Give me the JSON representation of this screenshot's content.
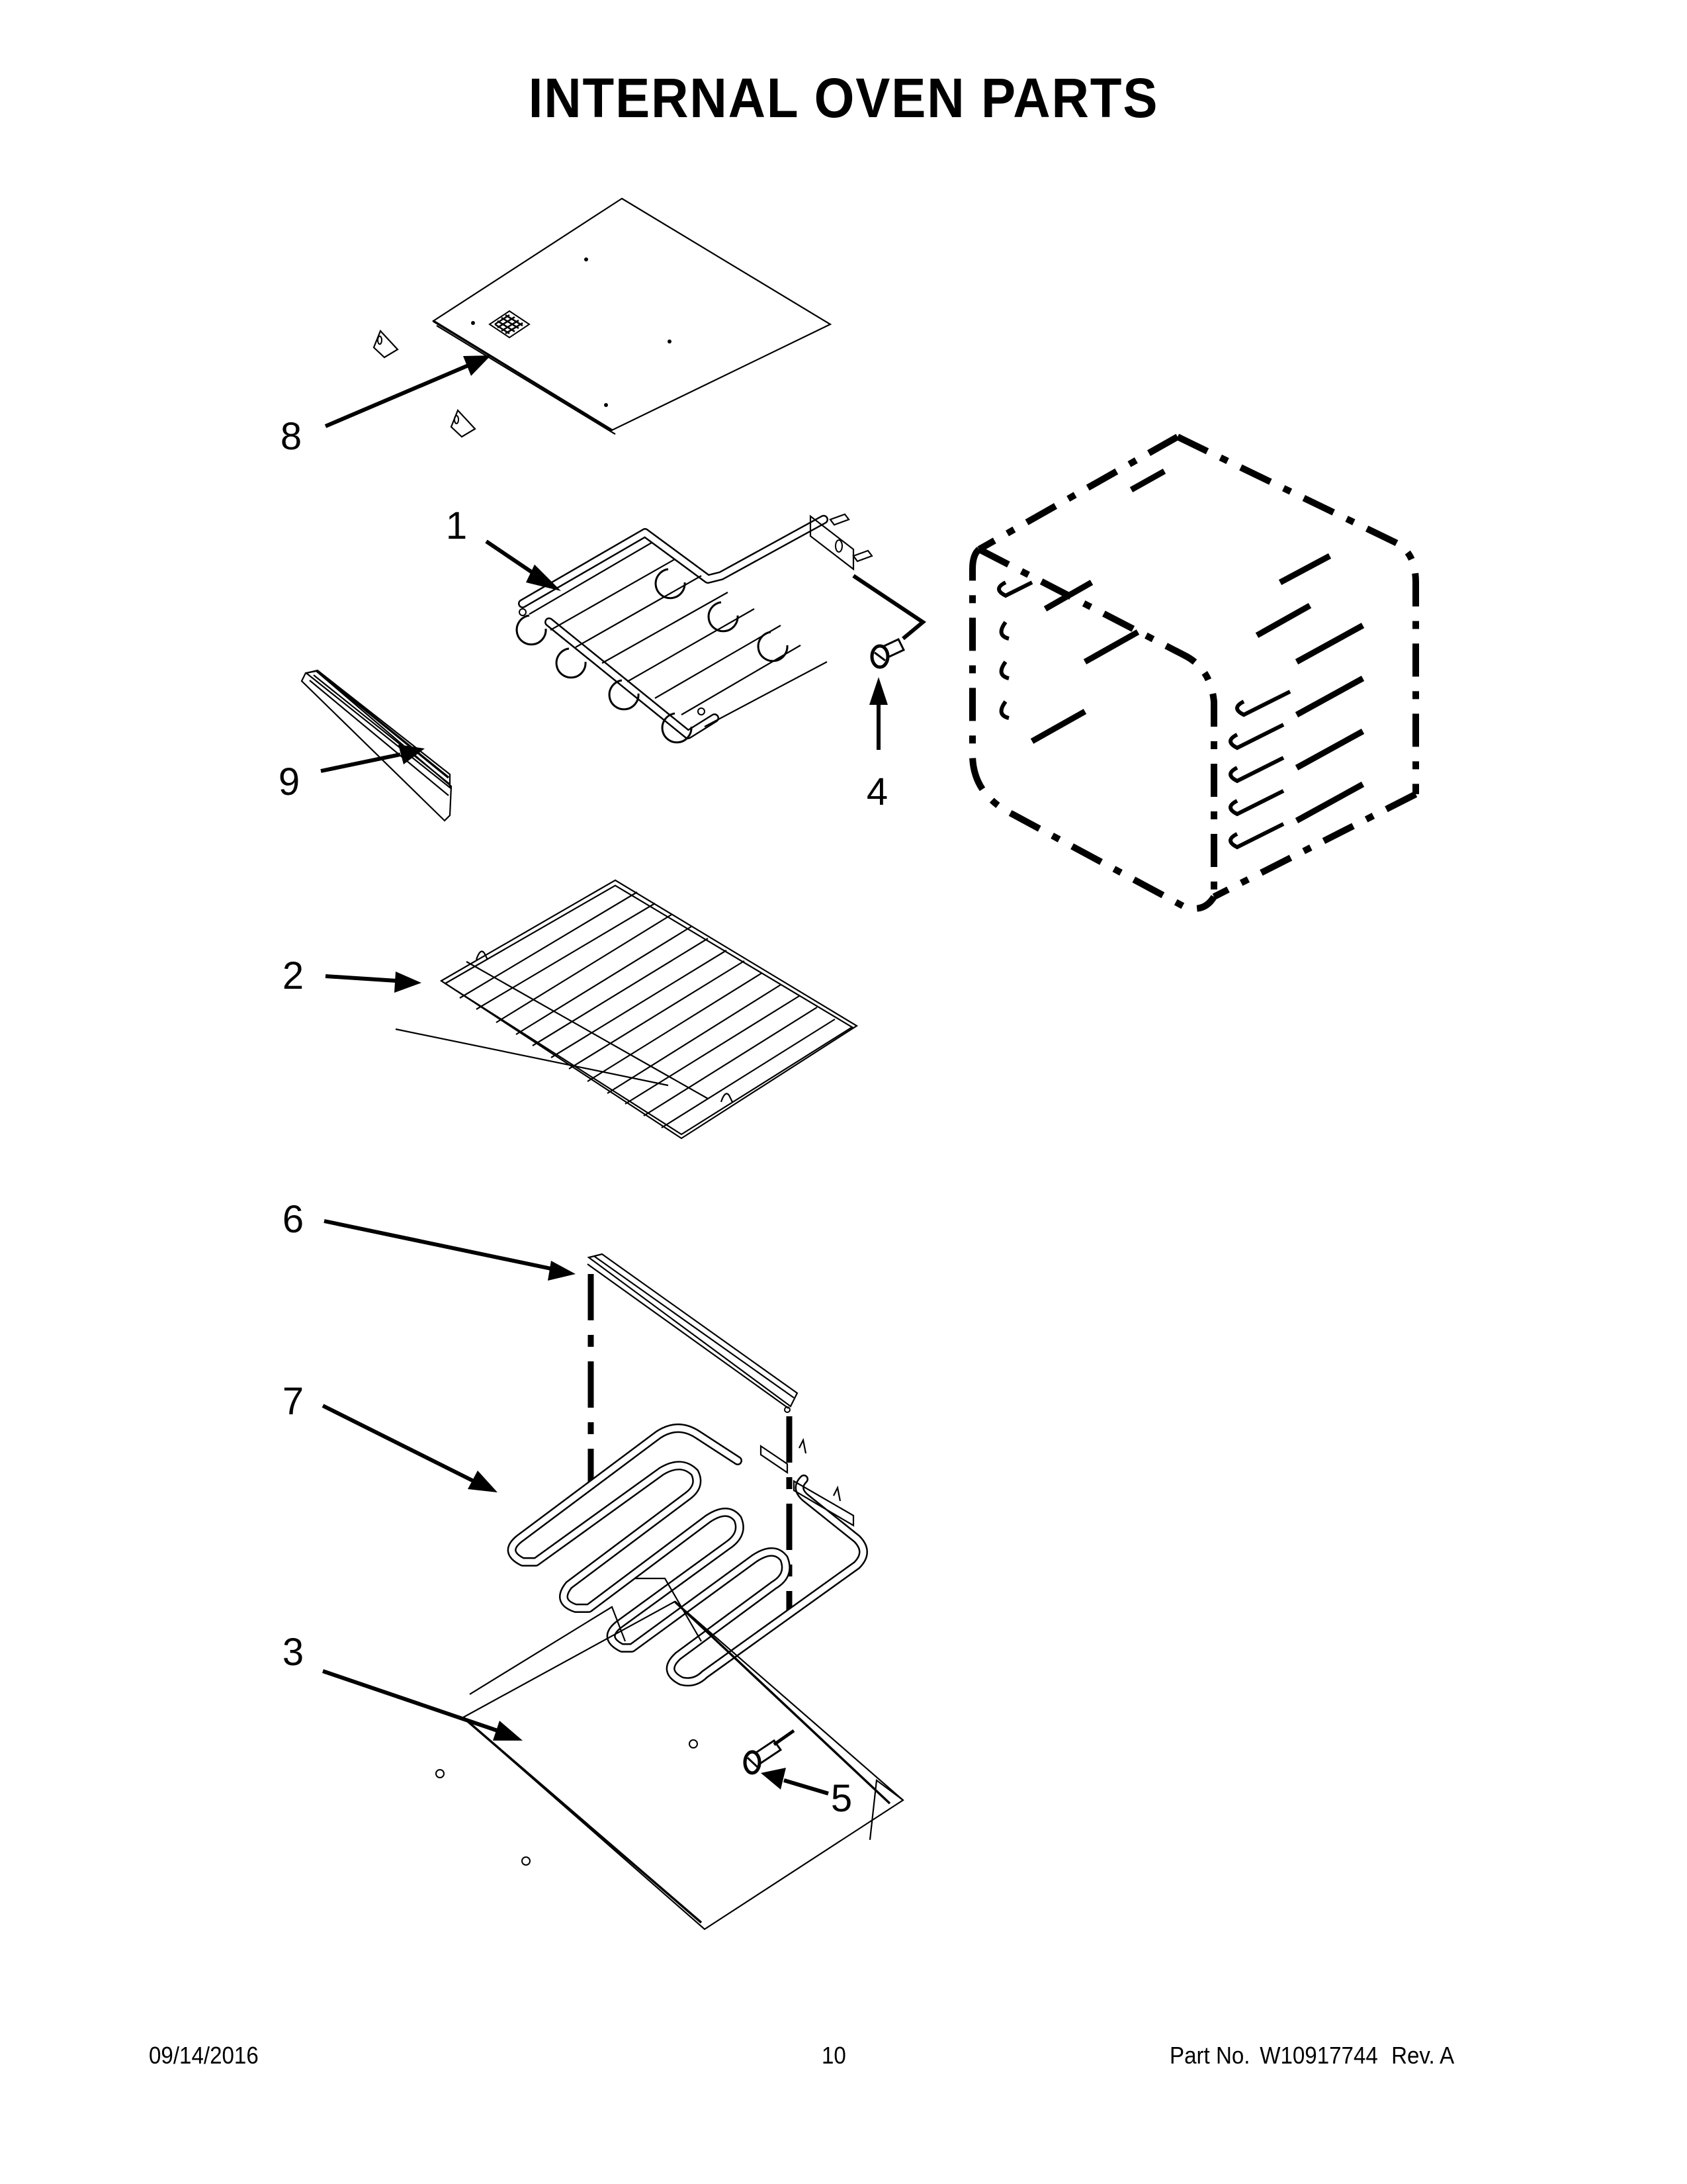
{
  "page": {
    "title": "INTERNAL OVEN PARTS"
  },
  "callouts": [
    {
      "id": "8",
      "label": "8",
      "part": "oven-top-panel"
    },
    {
      "id": "1",
      "label": "1",
      "part": "broil-element"
    },
    {
      "id": "4",
      "label": "4",
      "part": "broil-element-screw"
    },
    {
      "id": "9",
      "label": "9",
      "part": "front-trim-bracket"
    },
    {
      "id": "2",
      "label": "2",
      "part": "oven-rack"
    },
    {
      "id": "6",
      "label": "6",
      "part": "element-bracket"
    },
    {
      "id": "7",
      "label": "7",
      "part": "bake-element"
    },
    {
      "id": "3",
      "label": "3",
      "part": "bottom-panel"
    },
    {
      "id": "5",
      "label": "5",
      "part": "bottom-panel-screw"
    }
  ],
  "footer": {
    "date": "09/14/2016",
    "page_number": "10",
    "part_no_label": "Part No.",
    "part_no": "W10917744",
    "revision": "Rev. A"
  }
}
